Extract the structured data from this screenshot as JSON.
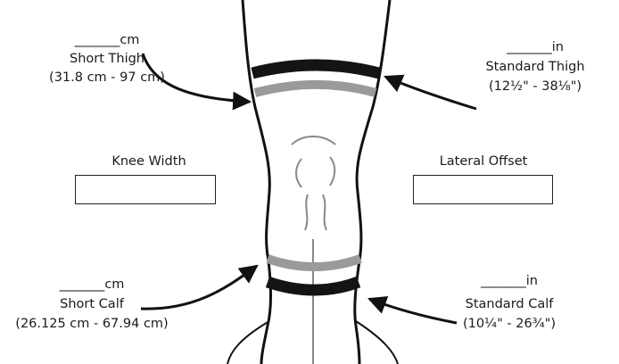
{
  "labels": {
    "short_thigh": {
      "blank": "_______cm",
      "name": "Short Thigh",
      "range": "(31.8 cm - 97 cm)"
    },
    "standard_thigh": {
      "blank": "_______in",
      "name": "Standard Thigh",
      "range": "(12½\" - 38⅛\")"
    },
    "knee_width": "Knee Width",
    "lateral_offset": "Lateral Offset",
    "short_calf": {
      "blank": "_______cm",
      "name": "Short Calf",
      "range": "(26.125 cm - 67.94 cm)"
    },
    "standard_calf": {
      "blank": "_______in",
      "name": "Standard Calf",
      "range": "(10¼\" - 26¾\")"
    }
  },
  "colors": {
    "dark_band": "#141414",
    "gray_band": "#9a9a9a",
    "outline": "#111111",
    "inner_line": "#8a8a8a"
  }
}
